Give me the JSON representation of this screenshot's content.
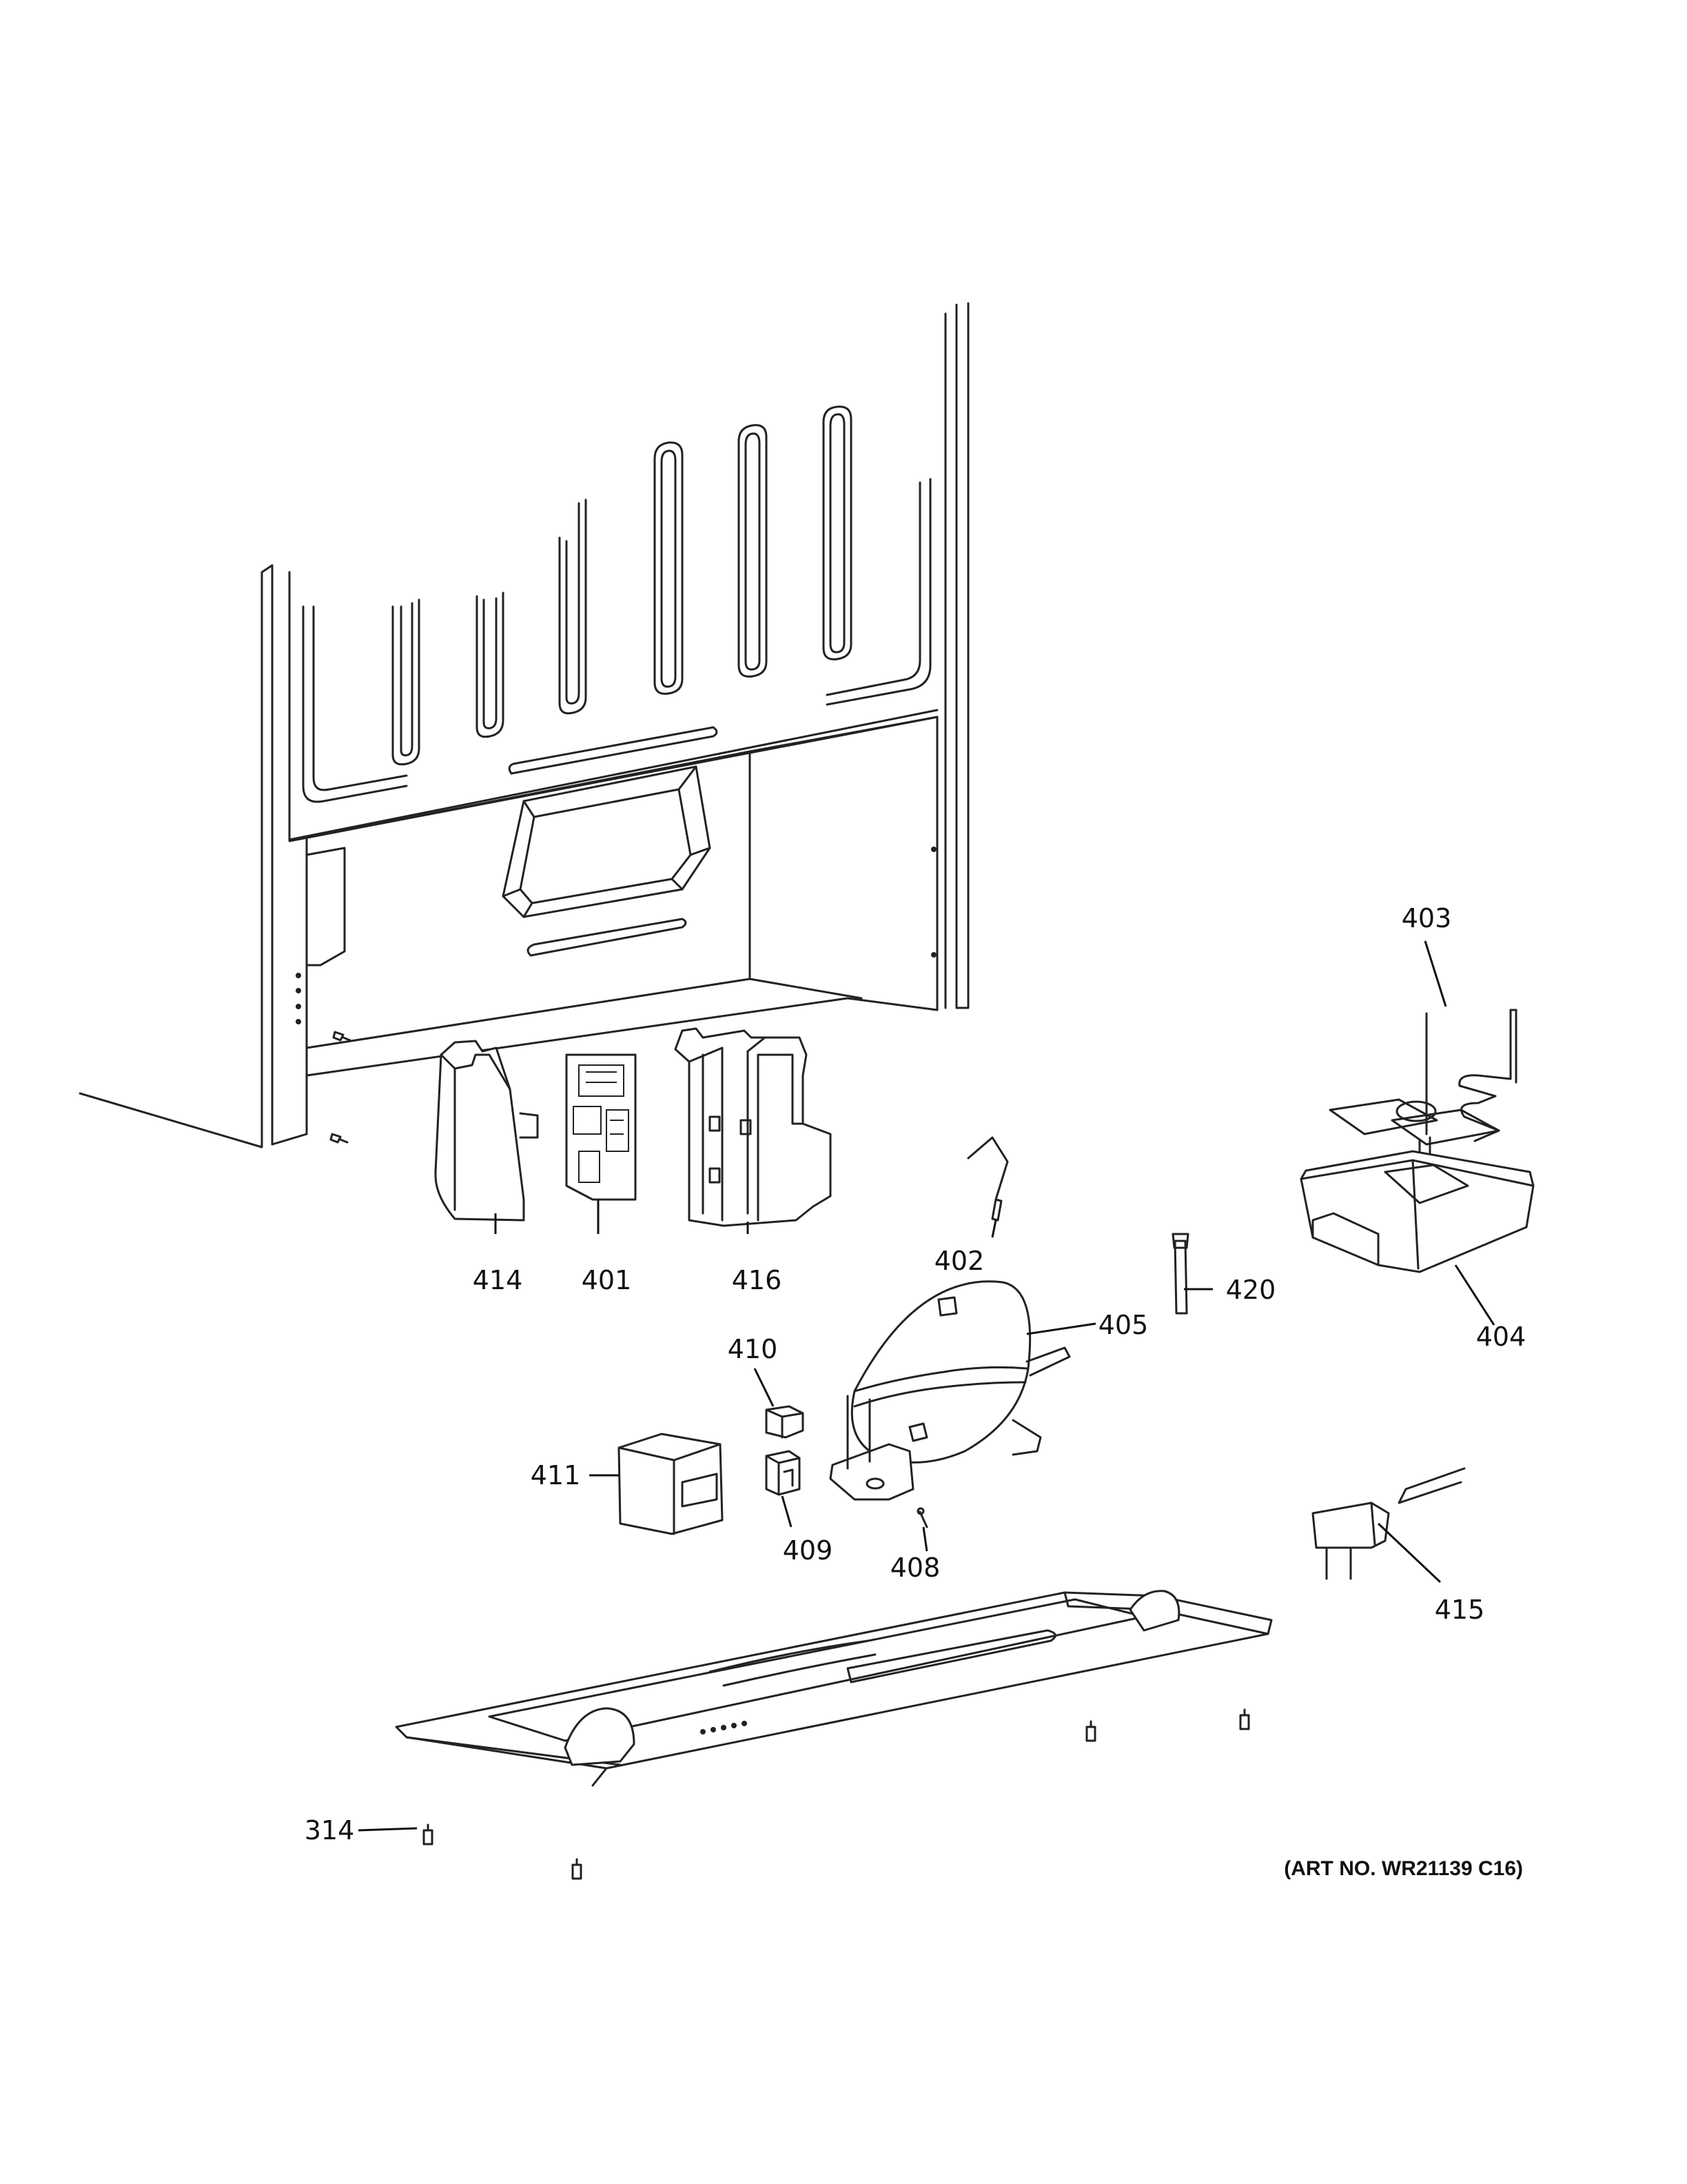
{
  "art_number": "(ART NO. WR21139 C16)",
  "callouts": {
    "c314": "314",
    "c401": "401",
    "c402": "402",
    "c403": "403",
    "c404": "404",
    "c405": "405",
    "c408": "408",
    "c409": "409",
    "c410": "410",
    "c411": "411",
    "c414": "414",
    "c415": "415",
    "c416": "416",
    "c420": "420"
  }
}
